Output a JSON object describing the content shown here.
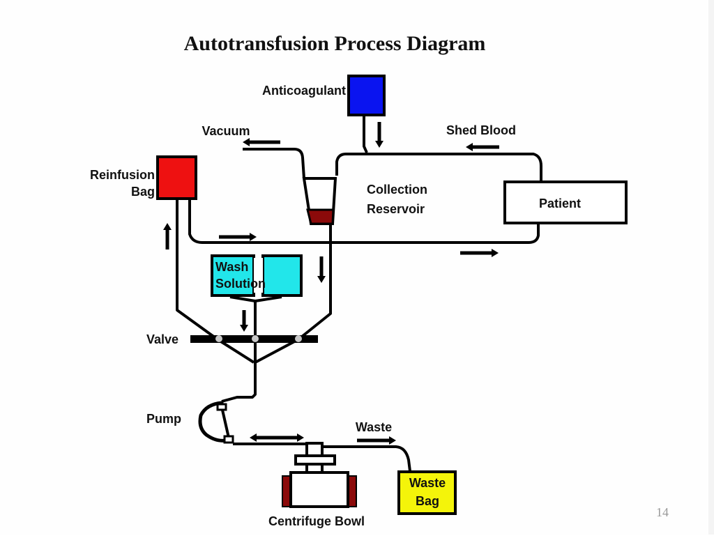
{
  "title": "Autotransfusion Process Diagram",
  "page_number": "14",
  "labels": {
    "anticoagulant": "Anticoagulant",
    "vacuum": "Vacuum",
    "shed_blood": "Shed Blood",
    "reinfusion_line1": "Reinfusion",
    "reinfusion_line2": "Bag",
    "collection_line1": "Collection",
    "collection_line2": "Reservoir",
    "patient": "Patient",
    "wash_line1": "Wash",
    "wash_line2": "Solution",
    "valve": "Valve",
    "pump": "Pump",
    "waste": "Waste",
    "waste_bag_line1": "Waste",
    "waste_bag_line2": "Bag",
    "centrifuge": "Centrifuge Bowl"
  },
  "colors": {
    "anticoagulant": "#0a14f0",
    "reinfusion": "#ee1111",
    "blood": "#8b0a0a",
    "wash": "#22e6ea",
    "waste_bag": "#f4f40a",
    "valve_dot": "#c8c8c8"
  }
}
